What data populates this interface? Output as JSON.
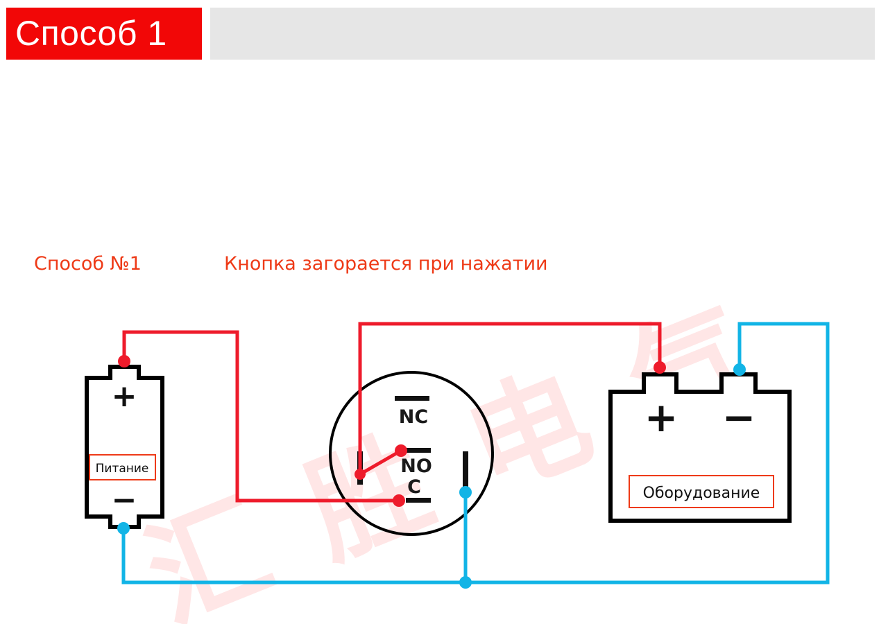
{
  "header": {
    "title": "Способ 1"
  },
  "diagram": {
    "method_label": "Способ №1",
    "description": "Кнопка загорается при нажатии",
    "power_label": "Питание",
    "power_plus": "+",
    "power_minus": "−",
    "equipment_label": "Оборудование",
    "equipment_plus": "+",
    "equipment_minus": "−",
    "switch_pins": {
      "nc": "NC",
      "no": "NO",
      "c": "C"
    },
    "watermark": "汇 胜 电 气",
    "colors": {
      "positive_wire": "#ee1b2b",
      "negative_wire": "#12b4e6",
      "label_text": "#ee3a17",
      "title_bg": "#f20707",
      "title_bar_bg": "#e6e6e6",
      "outline": "#000000"
    }
  }
}
